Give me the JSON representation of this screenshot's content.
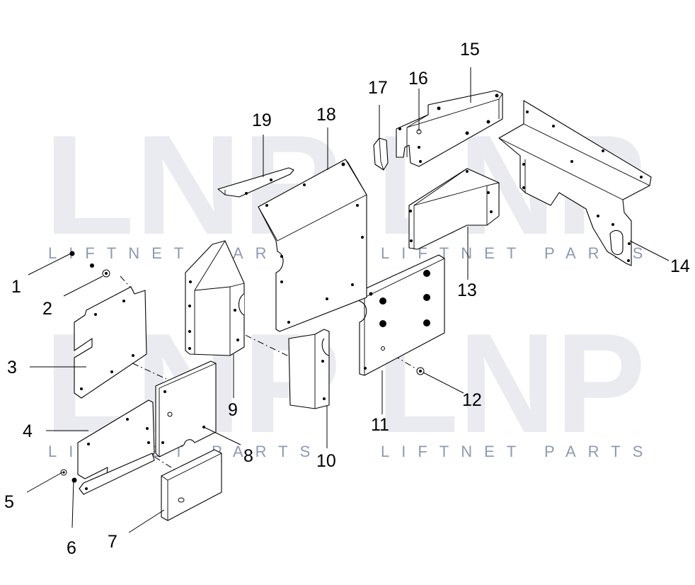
{
  "watermark": {
    "logo_text": "LNP",
    "caption": "LIFTNET PARTS",
    "color_logo": "#e9ebf0",
    "color_caption": "#8d9ab5"
  },
  "callouts": {
    "c1": "1",
    "c2": "2",
    "c3": "3",
    "c4": "4",
    "c5": "5",
    "c6": "6",
    "c7": "7",
    "c8": "8",
    "c9": "9",
    "c10": "10",
    "c11": "11",
    "c12": "12",
    "c13": "13",
    "c14": "14",
    "c15": "15",
    "c16": "16",
    "c17": "17",
    "c18": "18",
    "c19": "19"
  }
}
